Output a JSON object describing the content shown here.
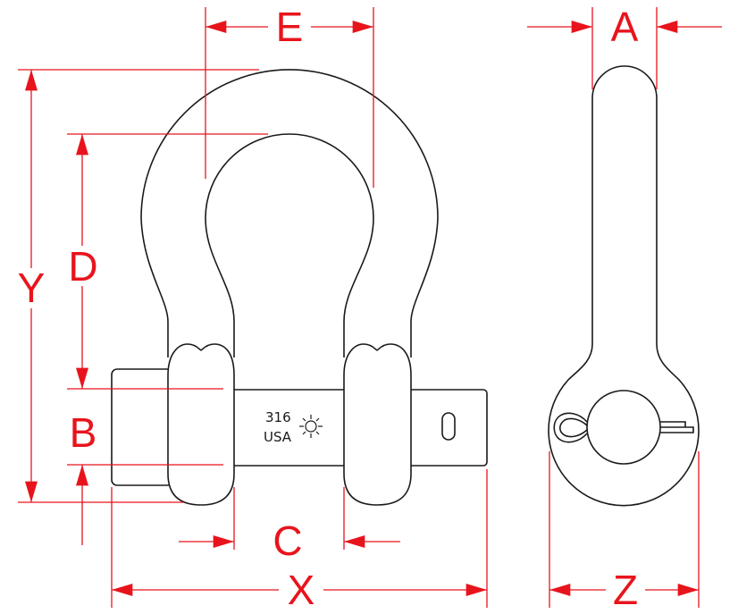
{
  "diagram": {
    "title": "Bow shackle dimension drawing",
    "accent_color": "#e8141c",
    "line_color": "#1a1a1a",
    "labels": {
      "E": "E",
      "A": "A",
      "Y": "Y",
      "D": "D",
      "B": "B",
      "C": "C",
      "X": "X",
      "Z": "Z"
    },
    "pin_stamp": {
      "line1": "316",
      "line2": "USA",
      "icon": "sun-logo-icon"
    }
  }
}
